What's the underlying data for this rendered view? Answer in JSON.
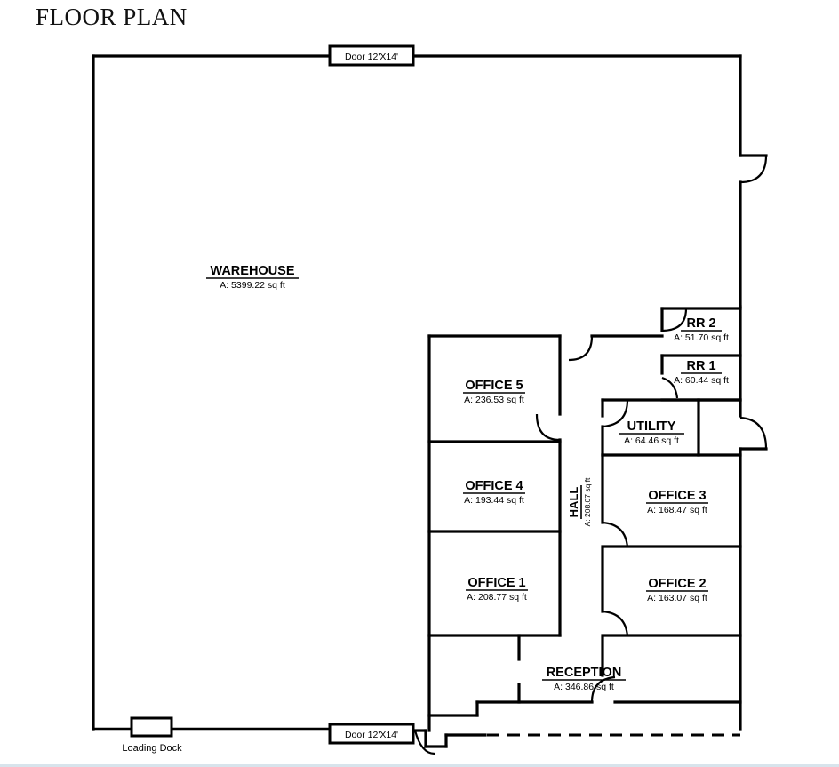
{
  "document": {
    "title": "FLOOR PLAN"
  },
  "rooms": [
    {
      "id": "warehouse",
      "name": "WAREHOUSE",
      "area": "A: 5399.22 sq ft"
    },
    {
      "id": "office5",
      "name": "OFFICE 5",
      "area": "A: 236.53 sq ft"
    },
    {
      "id": "office4",
      "name": "OFFICE 4",
      "area": "A: 193.44 sq ft"
    },
    {
      "id": "office1",
      "name": "OFFICE 1",
      "area": "A: 208.77 sq ft"
    },
    {
      "id": "rr2",
      "name": "RR 2",
      "area": "A: 51.70 sq ft"
    },
    {
      "id": "rr1",
      "name": "RR 1",
      "area": "A: 60.44 sq ft"
    },
    {
      "id": "utility",
      "name": "UTILITY",
      "area": "A: 64.46 sq ft"
    },
    {
      "id": "office3",
      "name": "OFFICE 3",
      "area": "A: 168.47 sq ft"
    },
    {
      "id": "office2",
      "name": "OFFICE 2",
      "area": "A: 163.07 sq ft"
    },
    {
      "id": "hall",
      "name": "HALL",
      "area": "A: 208.07 sq ft"
    },
    {
      "id": "reception",
      "name": "RECEPTION",
      "area": "A: 346.86 sq ft"
    }
  ],
  "annotations": {
    "door_top": "Door 12'X14'",
    "door_bottom": "Door 12'X14'",
    "loading_dock": "Loading Dock"
  },
  "colors": {
    "wall": "#000000",
    "background": "#ffffff",
    "rule": "#d8e4ec"
  }
}
